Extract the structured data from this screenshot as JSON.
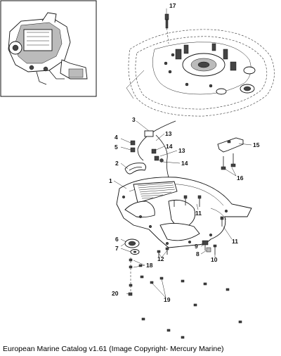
{
  "caption": "European Marine Catalog v1.61 (Image Copyright- Mercury Marine)",
  "callouts": [
    "17",
    "3",
    "4",
    "5",
    "13",
    "14",
    "13",
    "14",
    "15",
    "16",
    "2",
    "1",
    "11",
    "11",
    "6",
    "9",
    "8",
    "7",
    "12",
    "10",
    "18",
    "20",
    "19"
  ]
}
